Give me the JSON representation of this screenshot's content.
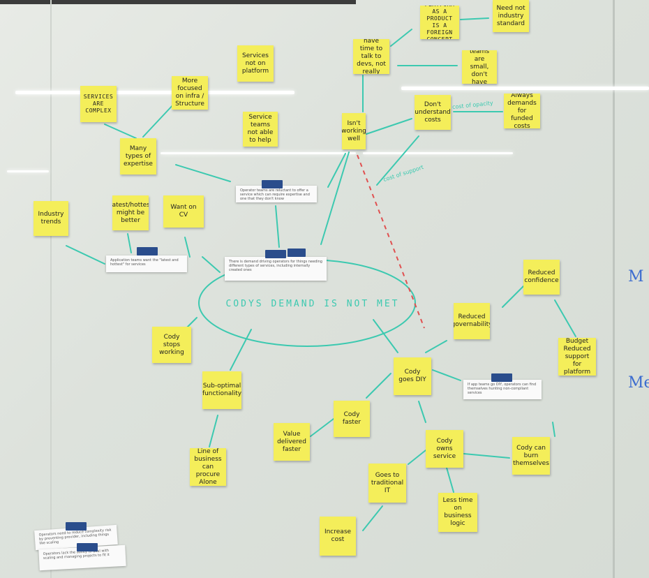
{
  "center_text": "CODYS DEMAND IS NOT MET",
  "notes": {
    "services_complex": "SERVICES ARE COMPLEX",
    "more_focused": "More focused on infra / Structure",
    "services_not_platform": "Services not on platform",
    "service_teams": "Service teams not able to help",
    "platform_foreign": "PLATFORM AS A PRODUCT IS A FOREIGN CONCEPT",
    "needs_industry": "Need not industry standard",
    "dont_have_time": "Don't have time to talk to devs, not really sure of it",
    "ops_teams_small": "Ops teams are small, don't have capacity",
    "dont_understand_costs": "Don't understand costs",
    "always_demands": "Always demands for funded costs",
    "not_well": "Isn't working well",
    "many_types": "Many types of expertise",
    "industry_trends": "Industry trends",
    "stakeholders": "Latest/hottest might be better",
    "want_cv": "Want on CV",
    "cody_stops": "Cody stops working",
    "sub_optimal": "Sub-optimal functionality",
    "line_business": "Line of business can procure Alone",
    "reduced_confidence": "Reduced confidence",
    "reduced_governability": "Reduced governability",
    "reduced_support": "Budget Reduced support for platform",
    "cody_diy": "Cody goes DIY",
    "cody_faster": "Cody faster",
    "value_faster": "Value delivered faster",
    "cody_owns": "Cody owns service",
    "cody_burn": "Cody can burn themselves",
    "traditional_it": "Goes to traditional IT",
    "less_time": "Less time on business logic",
    "increase_cost": "Increase cost"
  },
  "cards": {
    "operators_refuse": "Operator teams are reluctant to offer a service which can require expertise and one that they don't know",
    "demand_driving": "There is demand driving operators for things needing different types of services, including internally created ones",
    "application_teams": "Application teams want the \"latest and hottest\" for services",
    "diy_card": "If app teams go DIY, operators can find themselves hunting non-compliant services",
    "ops_need": "Operators need to reduce complexity risk by preventing provider, including things like scaling",
    "ops_lack": "Operators lack the ability to deal with scaling and managing projects to fit it"
  },
  "annotations": {
    "cost_opaque": "cost of opacity",
    "cost_support": "cost of support"
  },
  "wall_marks": {
    "m1": "M",
    "m2": "Me"
  },
  "colors": {
    "sticky": "#f4ee5a",
    "marker_teal": "#3cc9b0",
    "tape_blue": "#2a4d8c",
    "wall_blue": "#3c6ccf",
    "dashed_red": "#e05050"
  }
}
